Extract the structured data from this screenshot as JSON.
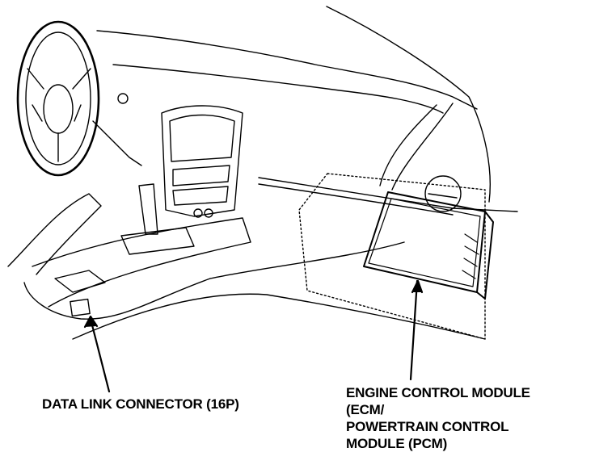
{
  "labels": {
    "data_link_connector": "DATA LINK CONNECTOR (16P)",
    "ecm_pcm": [
      "ENGINE CONTROL MODULE",
      "(ECM/",
      "POWERTRAIN CONTROL",
      "MODULE (PCM)"
    ]
  },
  "colors": {
    "ink": "#000000",
    "background": "#ffffff"
  }
}
